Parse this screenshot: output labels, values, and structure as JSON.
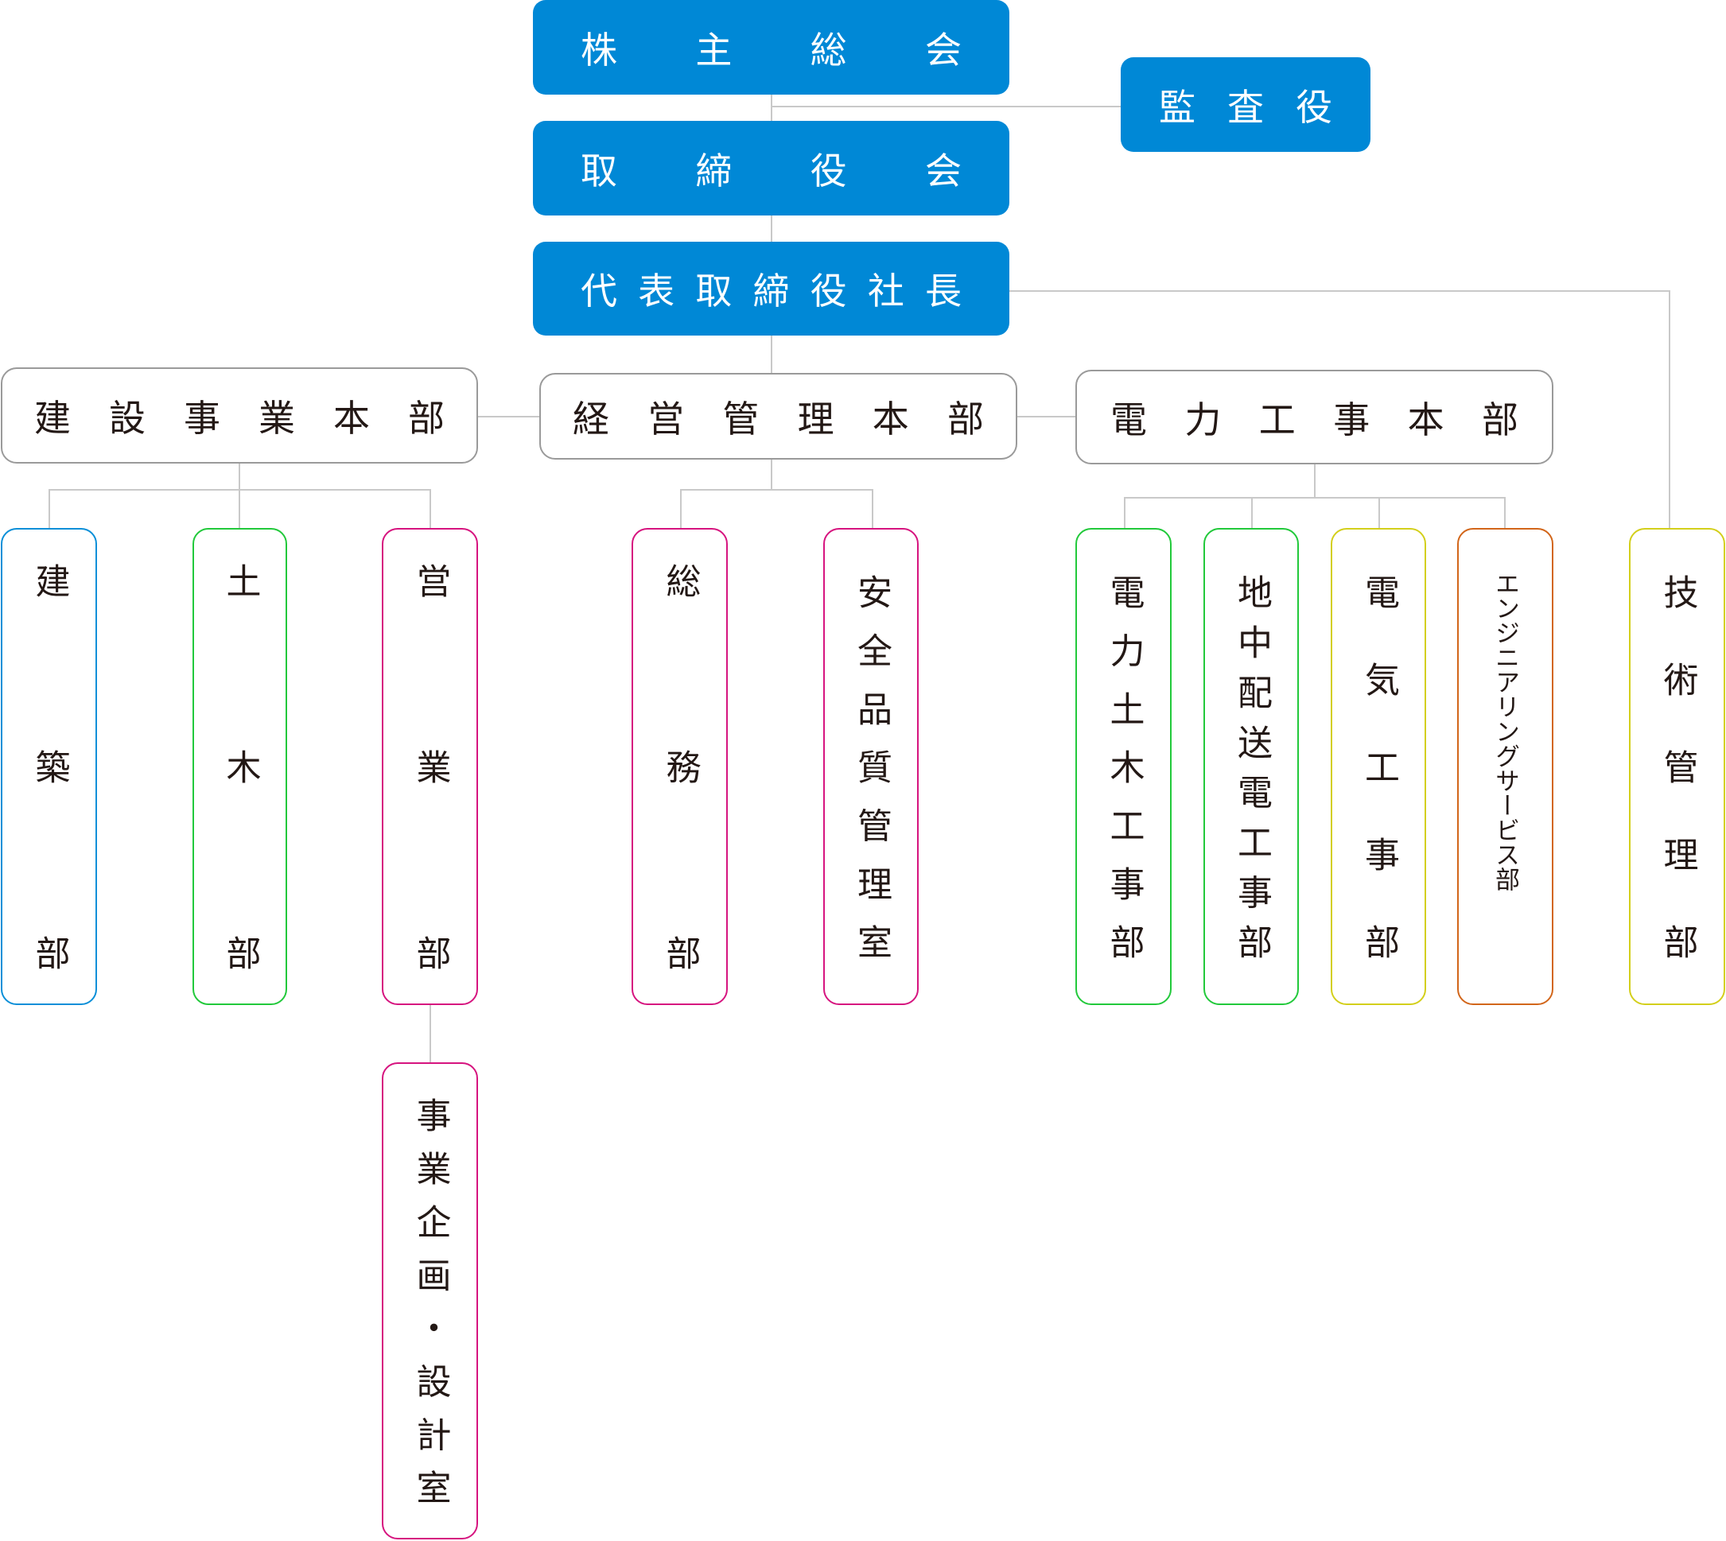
{
  "top": {
    "shareholders": "株主総会",
    "auditor": "監査役",
    "board": "取締役会",
    "president": "代表取締役社長"
  },
  "divisions": {
    "construction": "建設事業本部",
    "management": "経営管理本部",
    "power": "電力工事本部"
  },
  "departments": {
    "architecture": "建築部",
    "civil": "土木部",
    "sales": "営業部",
    "planning": "事業企画・設計室",
    "general_affairs": "総務部",
    "safety_quality": "安全品質管理室",
    "power_civil": "電力土木工事部",
    "underground": "地中配送電工事部",
    "electrical": "電気工事部",
    "engineering_service": "エンジニアリングサービス部",
    "tech_management": "技術管理部"
  },
  "colors": {
    "primary": "#0088d6",
    "construction_blue": "#0a8fd8",
    "green": "#22c93b",
    "magenta": "#d6147f",
    "yellow": "#d3cf1b",
    "orange": "#d2661a",
    "line": "#c9c9c9"
  }
}
